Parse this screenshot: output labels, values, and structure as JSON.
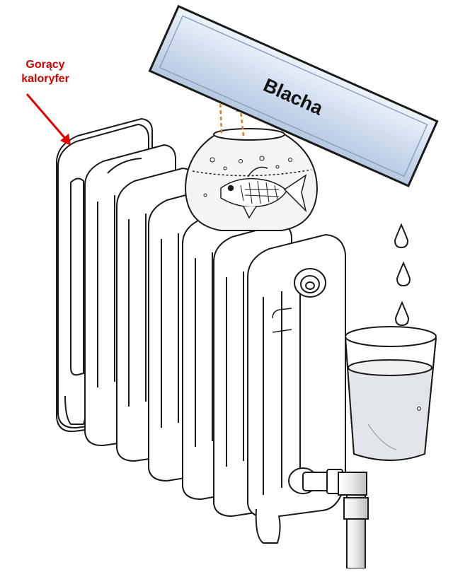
{
  "annotations": {
    "radiator_label_line1": "Gorący",
    "radiator_label_line2": "kaloryfer",
    "plate_label": "Blacha"
  },
  "colors": {
    "label_red": "#d40000",
    "arrow_red": "#e00000",
    "steam_arrow": "#e07a20",
    "plate_fill": "#d7e3f2",
    "water": "#e2e6ea",
    "outline": "#1a1a1a"
  }
}
